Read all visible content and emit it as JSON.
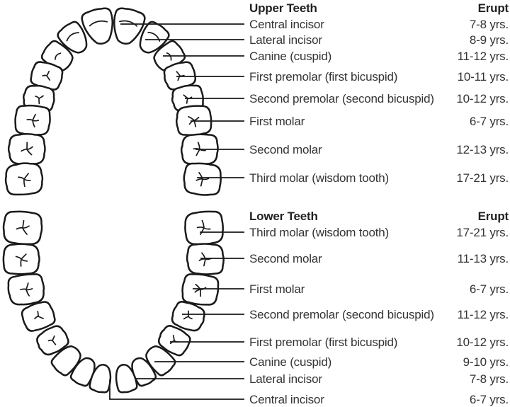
{
  "colors": {
    "ink": "#1a1a1a",
    "text": "#333333",
    "background": "#ffffff"
  },
  "upper": {
    "title": "Upper Teeth",
    "erupt_header": "Erupt",
    "rows": [
      {
        "label": "Central incisor",
        "age": "7-8 yrs."
      },
      {
        "label": "Lateral incisor",
        "age": "8-9 yrs."
      },
      {
        "label": "Canine (cuspid)",
        "age": "11-12 yrs."
      },
      {
        "label": "First premolar (first bicuspid)",
        "age": "10-11 yrs."
      },
      {
        "label": "Second premolar (second bicuspid)",
        "age": "10-12 yrs."
      },
      {
        "label": "First molar",
        "age": "6-7 yrs."
      },
      {
        "label": "Second molar",
        "age": "12-13 yrs."
      },
      {
        "label": "Third molar (wisdom tooth)",
        "age": "17-21 yrs."
      }
    ]
  },
  "lower": {
    "title": "Lower Teeth",
    "erupt_header": "Erupt",
    "rows": [
      {
        "label": "Third molar (wisdom tooth)",
        "age": "17-21 yrs."
      },
      {
        "label": "Second molar",
        "age": "11-13 yrs."
      },
      {
        "label": "First molar",
        "age": "6-7 yrs."
      },
      {
        "label": "Second premolar (second bicuspid)",
        "age": "11-12 yrs."
      },
      {
        "label": "First premolar (first bicuspid)",
        "age": "10-12 yrs."
      },
      {
        "label": "Canine (cuspid)",
        "age": "9-10 yrs."
      },
      {
        "label": "Lateral incisor",
        "age": "7-8 yrs."
      },
      {
        "label": "Central incisor",
        "age": "6-7 yrs."
      }
    ]
  }
}
